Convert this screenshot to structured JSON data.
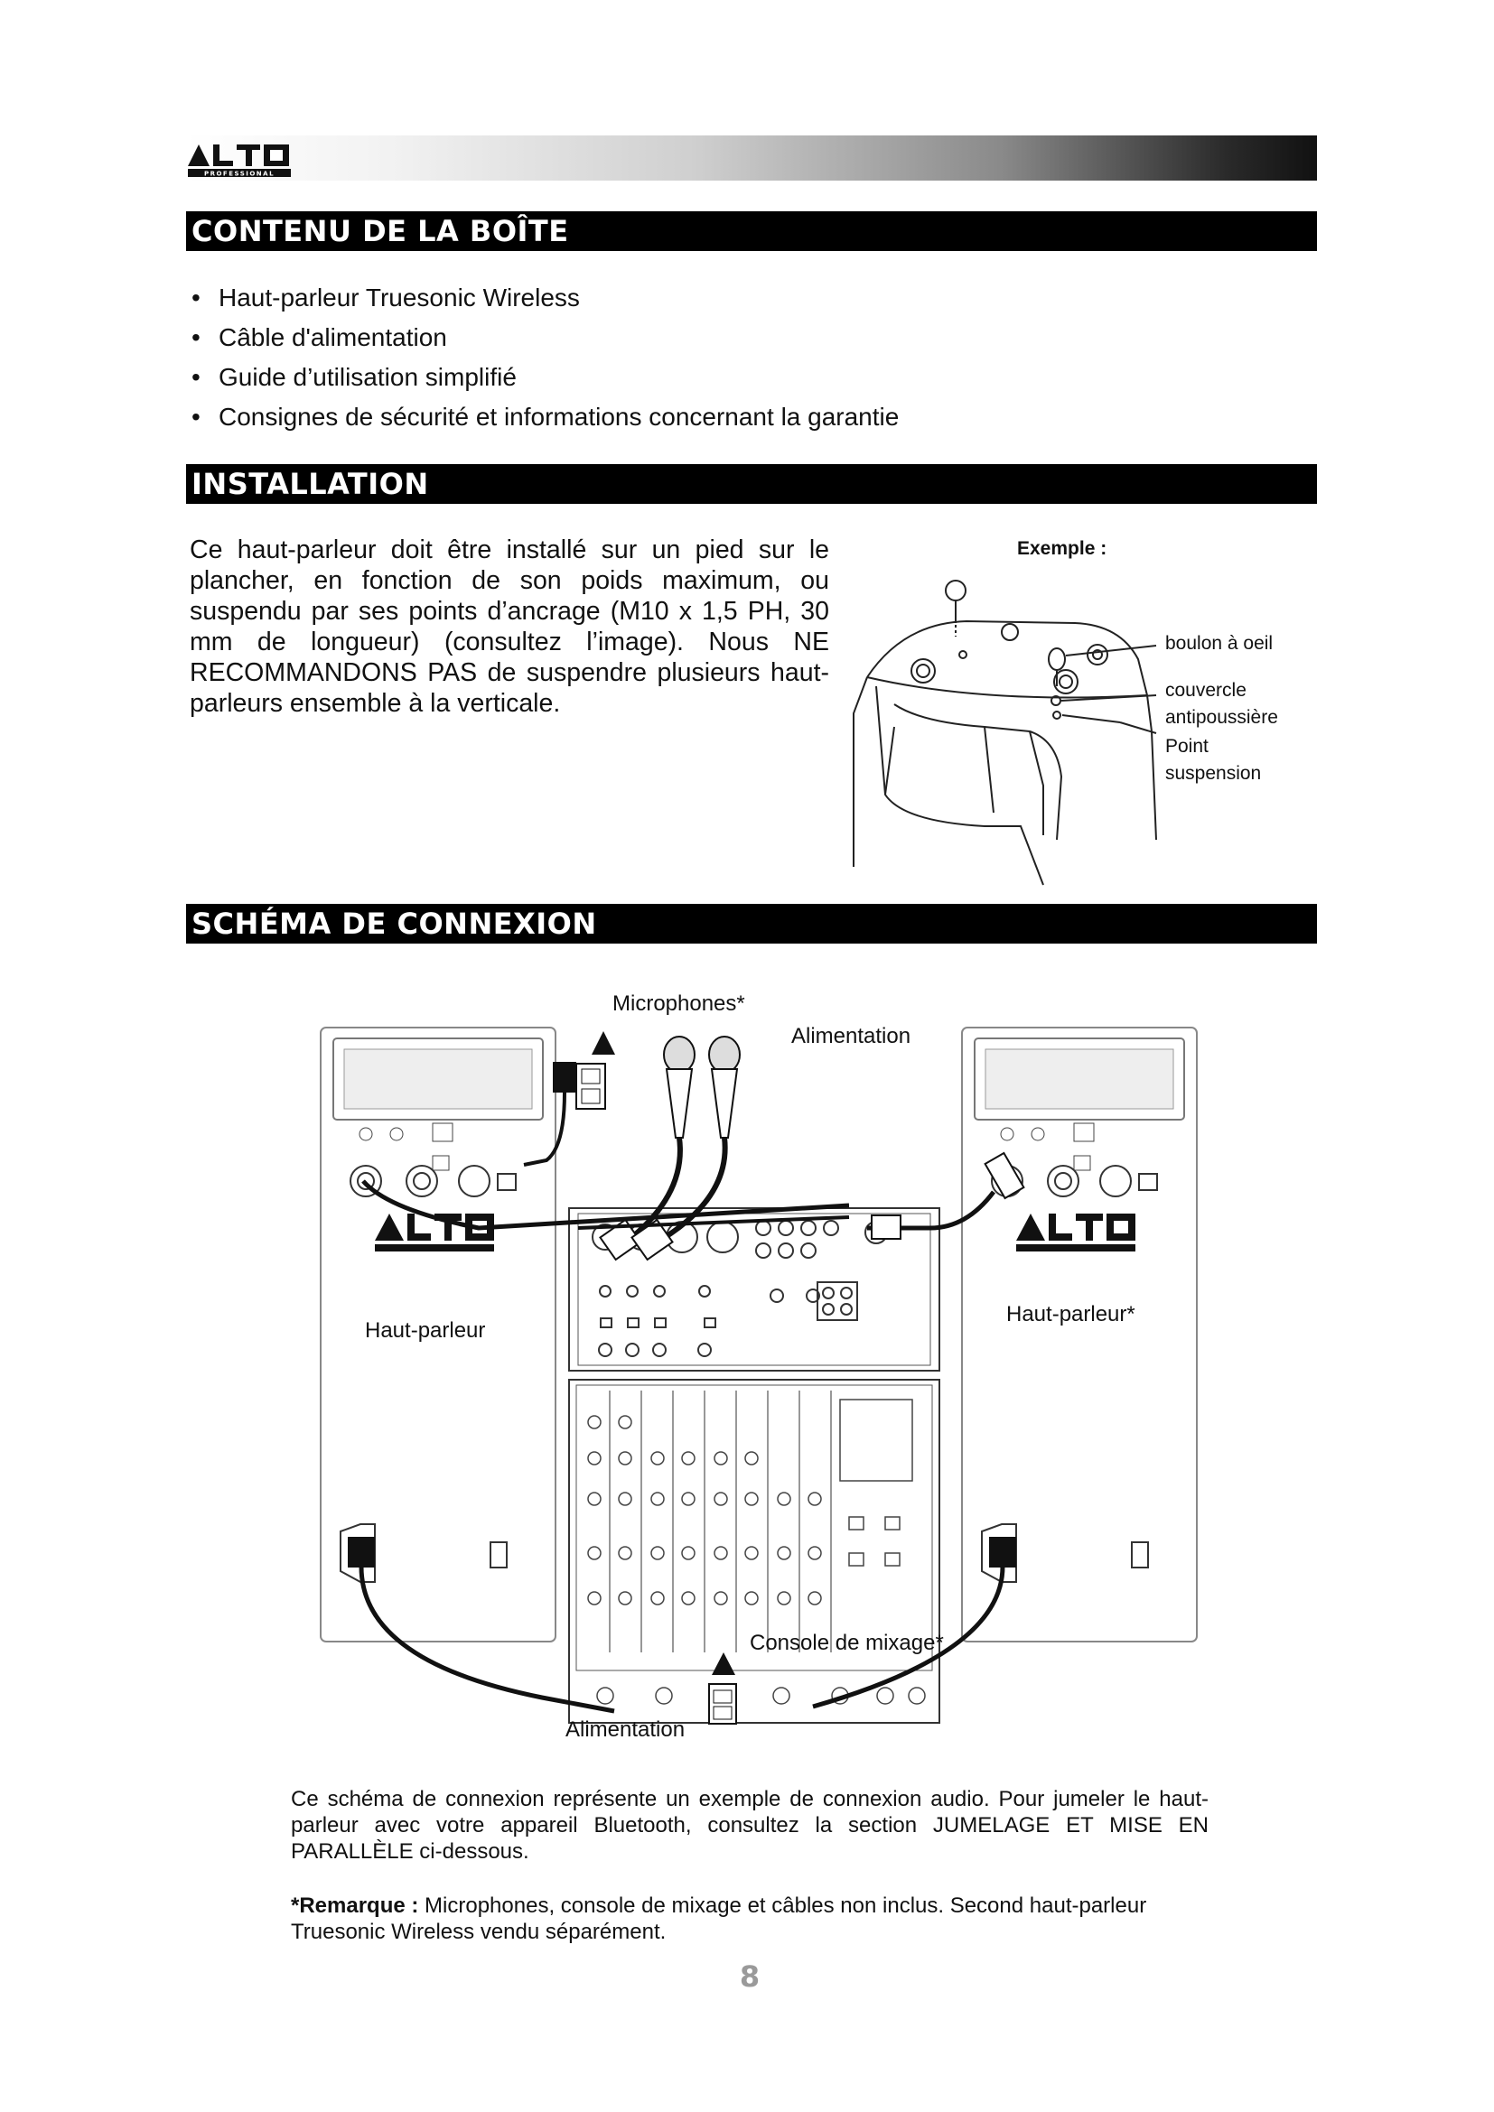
{
  "logo": {
    "brand": "ALTO",
    "sub": "PROFESSIONAL"
  },
  "sections": {
    "contents_title": "CONTENU DE LA BOÎTE",
    "install_title": "INSTALLATION",
    "schema_title": "SCHÉMA DE CONNEXION"
  },
  "box_contents": [
    "Haut-parleur Truesonic Wireless",
    "Câble d'alimentation",
    "Guide d’utilisation simplifié",
    "Consignes de sécurité et informations concernant la garantie"
  ],
  "installation": {
    "text": "Ce haut-parleur doit être installé sur un pied sur le plancher, en fonction de son poids maximum, ou suspendu par ses points d’ancrage (M10 x 1,5 PH, 30 mm de longueur) (consultez l’image). Nous NE RECOMMANDONS PAS de suspendre plusieurs haut-parleurs ensemble à la verticale.",
    "example_label": "Exemple :",
    "labels": {
      "eyebolt": "boulon  à oeil",
      "dustcover_1": "couvercle",
      "dustcover_2": "antipoussière",
      "point_1": "Point",
      "point_2": "suspension"
    }
  },
  "diagram": {
    "microphones": "Microphones*",
    "power_top": "Alimentation",
    "speaker_left": "Haut-parleur",
    "speaker_right": "Haut-parleur*",
    "mixer": "Console de mixage*",
    "power_bottom": "Alimentation"
  },
  "caption": "Ce schéma de connexion représente un exemple de connexion audio. Pour jumeler le haut-parleur avec votre appareil Bluetooth, consultez la section JUMELAGE ET MISE EN PARALLÈLE ci-dessous.",
  "note": {
    "label": "*Remarque :",
    "text": " Microphones, console de mixage et câbles non inclus. Second haut-parleur Truesonic Wireless vendu séparément."
  },
  "page_number": "8"
}
